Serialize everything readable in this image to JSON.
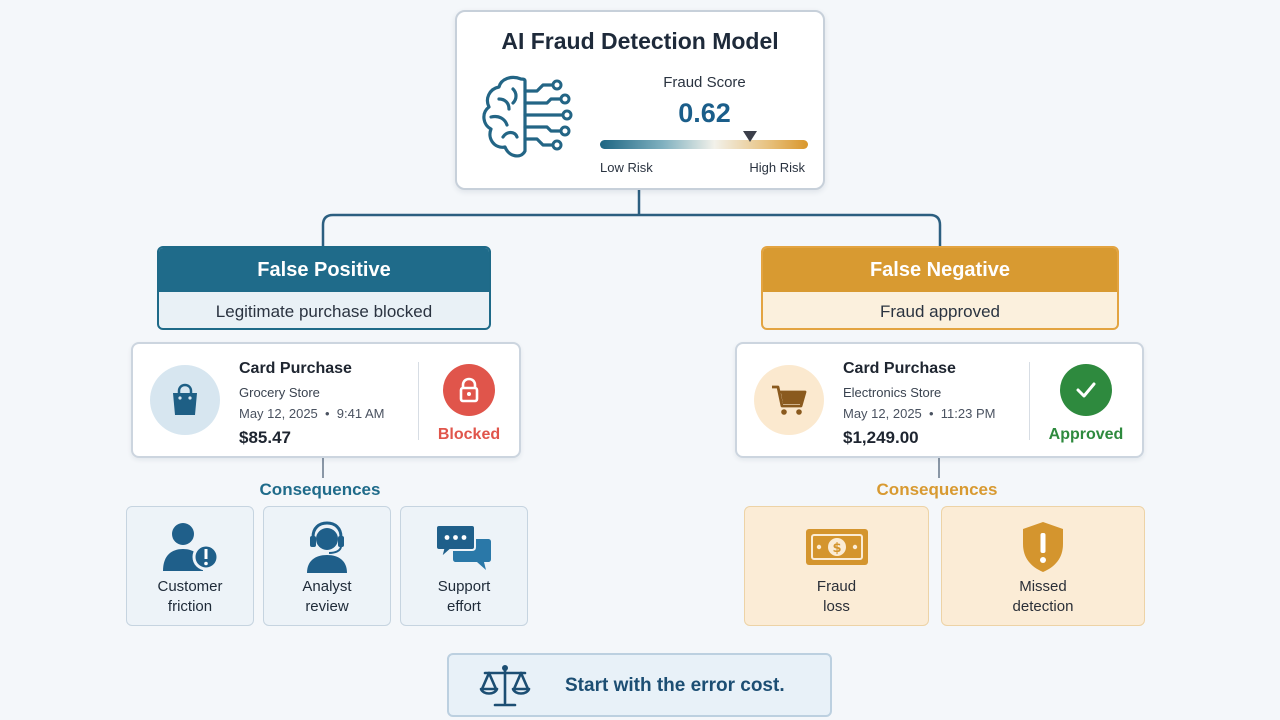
{
  "model": {
    "title": "AI Fraud Detection Model",
    "score_label": "Fraud Score",
    "score_value": "0.62",
    "score_fraction": 0.72,
    "low_label": "Low Risk",
    "high_label": "High Risk",
    "icon": "brain-circuit-icon"
  },
  "false_positive": {
    "title": "False Positive",
    "subtitle": "Legitimate purchase blocked",
    "color": "#1f6b8a",
    "transaction": {
      "title": "Card Purchase",
      "store": "Grocery Store",
      "datetime": "May 12, 2025  •  9:41 AM",
      "amount": "$85.47",
      "status": "Blocked",
      "status_color": "#e0554b",
      "icon": "shopping-bag-icon",
      "status_icon": "lock-icon"
    },
    "consequences_title": "Consequences",
    "consequences": [
      {
        "label_line1": "Customer",
        "label_line2": "friction",
        "icon": "user-alert-icon"
      },
      {
        "label_line1": "Analyst",
        "label_line2": "review",
        "icon": "headset-agent-icon"
      },
      {
        "label_line1": "Support",
        "label_line2": "effort",
        "icon": "chat-bubbles-icon"
      }
    ]
  },
  "false_negative": {
    "title": "False Negative",
    "subtitle": "Fraud approved",
    "color": "#d89a31",
    "transaction": {
      "title": "Card Purchase",
      "store": "Electronics Store",
      "datetime": "May 12, 2025  •  11:23 PM",
      "amount": "$1,249.00",
      "status": "Approved",
      "status_color": "#2e8a3e",
      "icon": "shopping-cart-icon",
      "status_icon": "check-icon"
    },
    "consequences_title": "Consequences",
    "consequences": [
      {
        "label_line1": "Fraud",
        "label_line2": "loss",
        "icon": "banknote-icon"
      },
      {
        "label_line1": "Missed",
        "label_line2": "detection",
        "icon": "shield-alert-icon"
      }
    ]
  },
  "banner": {
    "text": "Start with the error cost.",
    "icon": "balance-scale-icon"
  }
}
